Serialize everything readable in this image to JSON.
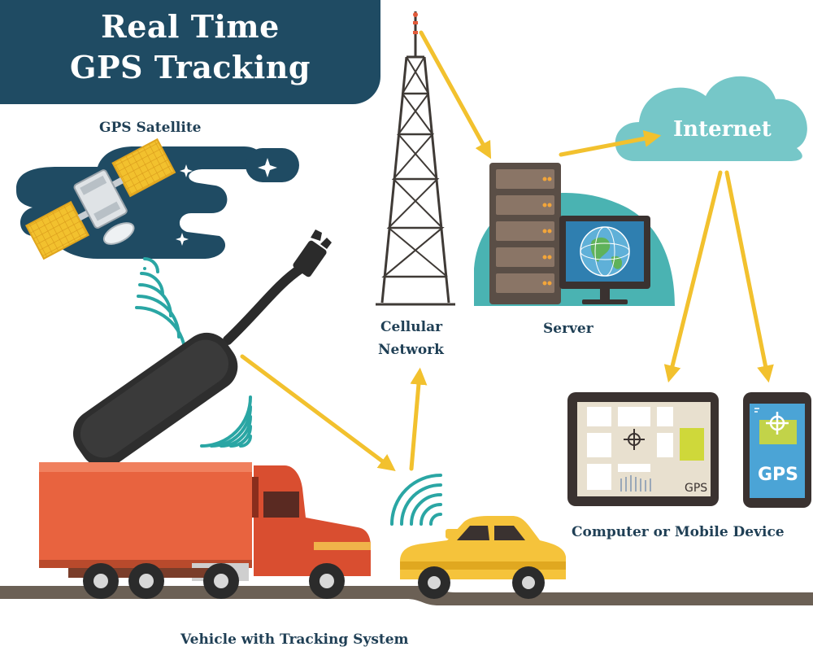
{
  "title": {
    "line1": "Real Time",
    "line2": "GPS Tracking"
  },
  "labels": {
    "satellite": "GPS Satellite",
    "cellular_line1": "Cellular",
    "cellular_line2": "Network",
    "server": "Server",
    "internet": "Internet",
    "devices": "Computer or Mobile Device",
    "vehicle": "Vehicle with Tracking System"
  },
  "device_screens": {
    "tablet_text": "GPS",
    "phone_text": "GPS"
  },
  "colors": {
    "navy": "#1f4b63",
    "teal": "#2aa6a4",
    "cloud": "#76c7c8",
    "arrow": "#f2c12e",
    "truck": "#e25a3a",
    "taxi": "#f5c33b",
    "road": "#6b6055",
    "label": "#1f3f55"
  }
}
